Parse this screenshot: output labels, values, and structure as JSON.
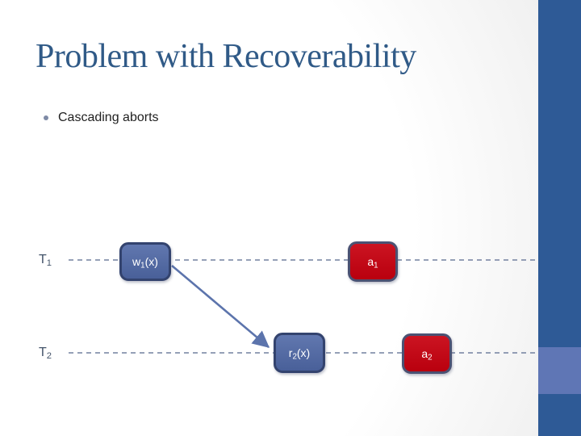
{
  "slide": {
    "title": "Problem with Recoverability",
    "bullets": [
      "Cascading aborts"
    ]
  },
  "diagram": {
    "rows": [
      {
        "name": "T",
        "sub": "1"
      },
      {
        "name": "T",
        "sub": "2"
      }
    ],
    "events": [
      {
        "op": "w",
        "sub": "1",
        "arg": "(x)",
        "kind": "write",
        "variant": "blue",
        "row": "T1"
      },
      {
        "op": "a",
        "sub": "1",
        "arg": "",
        "kind": "abort",
        "variant": "red",
        "row": "T1"
      },
      {
        "op": "r",
        "sub": "2",
        "arg": "(x)",
        "kind": "read",
        "variant": "blue",
        "row": "T2"
      },
      {
        "op": "a",
        "sub": "2",
        "arg": "",
        "kind": "abort",
        "variant": "red",
        "row": "T2"
      }
    ],
    "connector": {
      "from": "w1(x)",
      "to": "r2(x)"
    }
  },
  "colors": {
    "title_text": "#305A87",
    "body_text": "#212121",
    "bullet_dot": "#7E8AA6",
    "row_label": "#44546A",
    "accent_bar": "#2E5A96",
    "accent_band": "#5F76B5",
    "box_blue_fill": "#4F68A6",
    "box_blue_border": "#33436E",
    "box_red_fill": "#C7000F",
    "box_red_border": "#4B5273",
    "dash_line": "#72809F",
    "connector": "#5C74AC",
    "background_edge": "#E2E2E2"
  }
}
